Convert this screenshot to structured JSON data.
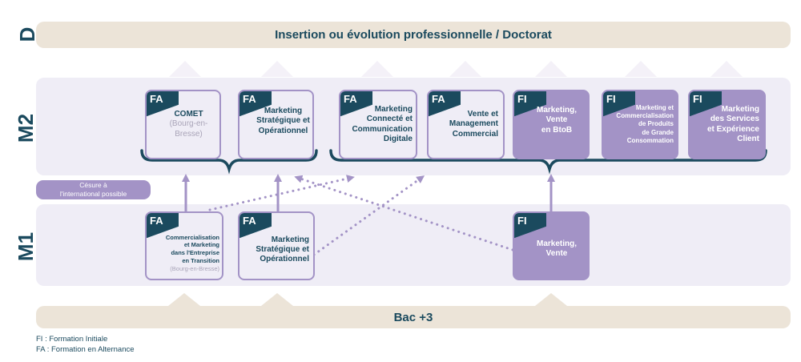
{
  "levels": {
    "d": "D",
    "m2": "M2",
    "m1": "M1"
  },
  "top_band": {
    "label": "Insertion ou évolution professionnelle / Doctorat"
  },
  "bottom_band": {
    "label": "Bac +3"
  },
  "cesure": {
    "line1": "Césure à",
    "line2": "l'international possible"
  },
  "m2_cards": [
    {
      "tag": "FA",
      "lines": [
        "COMET"
      ],
      "sub": [
        "(Bourg-en-",
        "Bresse)"
      ]
    },
    {
      "tag": "FA",
      "lines": [
        "Marketing",
        "Stratégique et",
        "Opérationnel"
      ]
    },
    {
      "tag": "FA",
      "lines": [
        "Marketing",
        "Connecté et",
        "Communication",
        "Digitale"
      ]
    },
    {
      "tag": "FA",
      "lines": [
        "Vente et",
        "Management",
        "Commercial"
      ]
    },
    {
      "tag": "FI",
      "lines": [
        "Marketing,",
        "Vente",
        "en BtoB"
      ]
    },
    {
      "tag": "FI",
      "lines": [
        "Marketing et",
        "Commercialisation",
        "de Produits",
        "de Grande",
        "Consommation"
      ]
    },
    {
      "tag": "FI",
      "lines": [
        "Marketing",
        "des Services",
        "et Expérience",
        "Client"
      ]
    }
  ],
  "m1_cards": [
    {
      "tag": "FA",
      "lines": [
        "Commercialisation",
        "et Marketing",
        "dans l'Entreprise",
        "en Transition"
      ],
      "sub": [
        "(Bourg-en-Bresse)"
      ]
    },
    {
      "tag": "FA",
      "lines": [
        "Marketing",
        "Stratégique et",
        "Opérationnel"
      ]
    },
    {
      "tag": "FI",
      "lines": [
        "Marketing,",
        "Vente"
      ]
    }
  ],
  "legend": {
    "fi": "FI : Formation Initiale",
    "fa": "FA : Formation en Alternance"
  },
  "colors": {
    "navy": "#1b4a5e",
    "lavender": "#a393c6",
    "lavender_light": "#efedf6",
    "tan": "#ece4d8"
  }
}
